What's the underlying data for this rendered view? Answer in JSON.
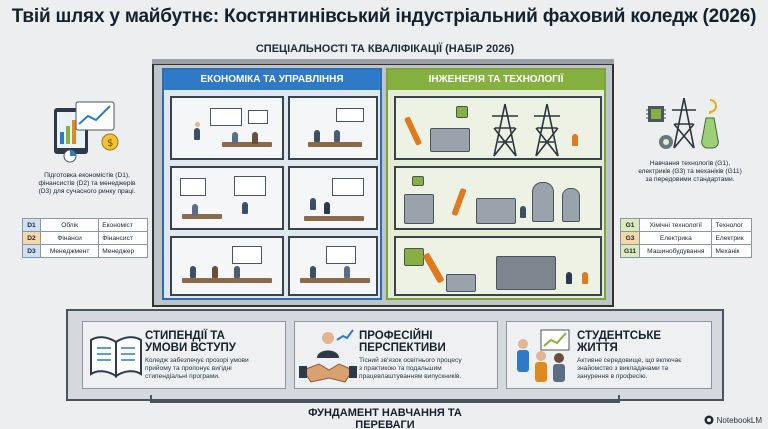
{
  "title": "Твій шлях у майбутнє: Костянтинівський індустріальний фаховий коледж (2026)",
  "roof_label": "СПЕЦІАЛЬНОСТІ ТА КВАЛІФІКАЦІЇ (НАБІР 2026)",
  "economics": {
    "header": "ЕКОНОМІКА ТА УПРАВЛІННЯ",
    "description_lines": [
      "Підготовка економістів (D1),",
      "фінансистів (D2) та менеджерів",
      "(D3) для сучасного ринку праці."
    ],
    "specialties": [
      {
        "code": "D1",
        "name": "Облік",
        "qualification": "Економіст",
        "color": "#2f7ac7"
      },
      {
        "code": "D2",
        "name": "Фінанси",
        "qualification": "Фінансист",
        "color": "#e08a1e"
      },
      {
        "code": "D3",
        "name": "Менеджмент",
        "qualification": "Менеджер",
        "color": "#2f7ac7"
      }
    ]
  },
  "engineering": {
    "header": "ІНЖЕНЕРІЯ ТА ТЕХНОЛОГІЇ",
    "description_lines": [
      "Навчання технологів (G1),",
      "електриків (G3) та механіків (G11)",
      "за передовими стандартами."
    ],
    "specialties": [
      {
        "code": "G1",
        "name": "Хімічні технології",
        "qualification": "Технолог",
        "color": "#86b03f"
      },
      {
        "code": "G3",
        "name": "Електрика",
        "qualification": "Електрик",
        "color": "#e08a1e"
      },
      {
        "code": "G11",
        "name": "Машинобудування",
        "qualification": "Механік",
        "color": "#86b03f"
      }
    ]
  },
  "foundation": {
    "label": "ФУНДАМЕНТ НАВЧАННЯ ТА ПЕРЕВАГИ",
    "cards": [
      {
        "title_lines": [
          "СТИПЕНДІЇ ТА",
          "УМОВИ ВСТУПУ"
        ],
        "text_lines": [
          "Коледж забезпечує прозорі умови",
          "прийому та пропонує вигідні",
          "стипендіальні програми."
        ],
        "icon": "book-icon"
      },
      {
        "title_lines": [
          "ПРОФЕСІЙНІ",
          "ПЕРСПЕКТИВИ"
        ],
        "text_lines": [
          "Тісний зв'язок освітнього процесу",
          "з практикою та подальшим",
          "працевлаштуванням випускників."
        ],
        "icon": "handshake-icon"
      },
      {
        "title_lines": [
          "СТУДЕНТСЬКЕ",
          "ЖИТТЯ"
        ],
        "text_lines": [
          "Активне середовище, що включає",
          "знайомство з викладачами та",
          "занурення в професію."
        ],
        "icon": "students-icon"
      }
    ]
  },
  "branding": "NotebookLM",
  "colors": {
    "blue": "#2f7ac7",
    "green": "#86b03f",
    "orange": "#e08a1e"
  }
}
